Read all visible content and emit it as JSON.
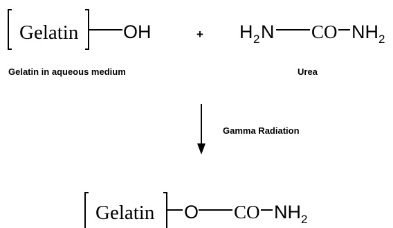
{
  "reactant_gelatin": {
    "box_label": "Gelatin",
    "group": "OH",
    "caption": "Gelatin in aqueous medium"
  },
  "plus_sign": "+",
  "reactant_urea": {
    "left_amine": "H",
    "left_sub": "2",
    "left_n": "N",
    "carbonyl": "CO",
    "right_amine": "NH",
    "right_sub": "2",
    "caption": "Urea"
  },
  "condition": "Gamma Radiation",
  "product": {
    "box_label": "Gelatin",
    "oxygen": "O",
    "carbonyl": "CO",
    "amine": "NH",
    "amine_sub": "2"
  }
}
